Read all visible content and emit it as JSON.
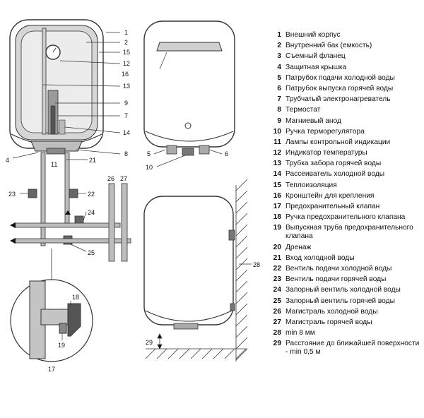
{
  "callouts": {
    "left": [
      "1",
      "2",
      "15",
      "12",
      "13",
      "9",
      "7",
      "14",
      "16",
      "8",
      "4",
      "11",
      "21",
      "23",
      "22",
      "24",
      "25",
      "26",
      "27",
      "18",
      "19",
      "17",
      "10",
      "5",
      "6",
      "29",
      "28"
    ]
  },
  "legend": [
    {
      "num": "1",
      "text": "Внешний корпус"
    },
    {
      "num": "2",
      "text": "Внутренний бак (емкость)"
    },
    {
      "num": "3",
      "text": "Съемный фланец"
    },
    {
      "num": "4",
      "text": "Защитная крышка"
    },
    {
      "num": "5",
      "text": "Патрубок подачи холодной воды"
    },
    {
      "num": "6",
      "text": "Патрубок выпуска горячей воды"
    },
    {
      "num": "7",
      "text": "Трубчатый электронагреватель"
    },
    {
      "num": "8",
      "text": "Термостат"
    },
    {
      "num": "9",
      "text": "Магниевый анод"
    },
    {
      "num": "10",
      "text": "Ручка терморегулятора"
    },
    {
      "num": "11",
      "text": "Лампы контрольной индикации"
    },
    {
      "num": "12",
      "text": "Индикатор температуры"
    },
    {
      "num": "13",
      "text": "Трубка забора горячей воды"
    },
    {
      "num": "14",
      "text": "Рассеиватель холодной воды"
    },
    {
      "num": "15",
      "text": "Теплоизоляция"
    },
    {
      "num": "16",
      "text": "Кронштейн для крепления"
    },
    {
      "num": "17",
      "text": "Предохранительный клапан"
    },
    {
      "num": "18",
      "text": "Ручка предохранительного клапана"
    },
    {
      "num": "19",
      "text": "Выпускная труба предохранительного клапана"
    },
    {
      "num": "20",
      "text": "Дренаж"
    },
    {
      "num": "21",
      "text": "Вход холодной воды"
    },
    {
      "num": "22",
      "text": "Вентиль подачи холодной воды"
    },
    {
      "num": "23",
      "text": "Вентиль подачи горячей воды"
    },
    {
      "num": "24",
      "text": "Запорный вентиль холодной воды"
    },
    {
      "num": "25",
      "text": "Запорный вентиль горячей воды"
    },
    {
      "num": "26",
      "text": "Магистраль холодной воды"
    },
    {
      "num": "27",
      "text": "Магистраль горячей воды"
    },
    {
      "num": "28",
      "text": "min 8 мм"
    },
    {
      "num": "29",
      "text": "Расстояние до ближайшей поверхности - min 0,5 м"
    }
  ]
}
